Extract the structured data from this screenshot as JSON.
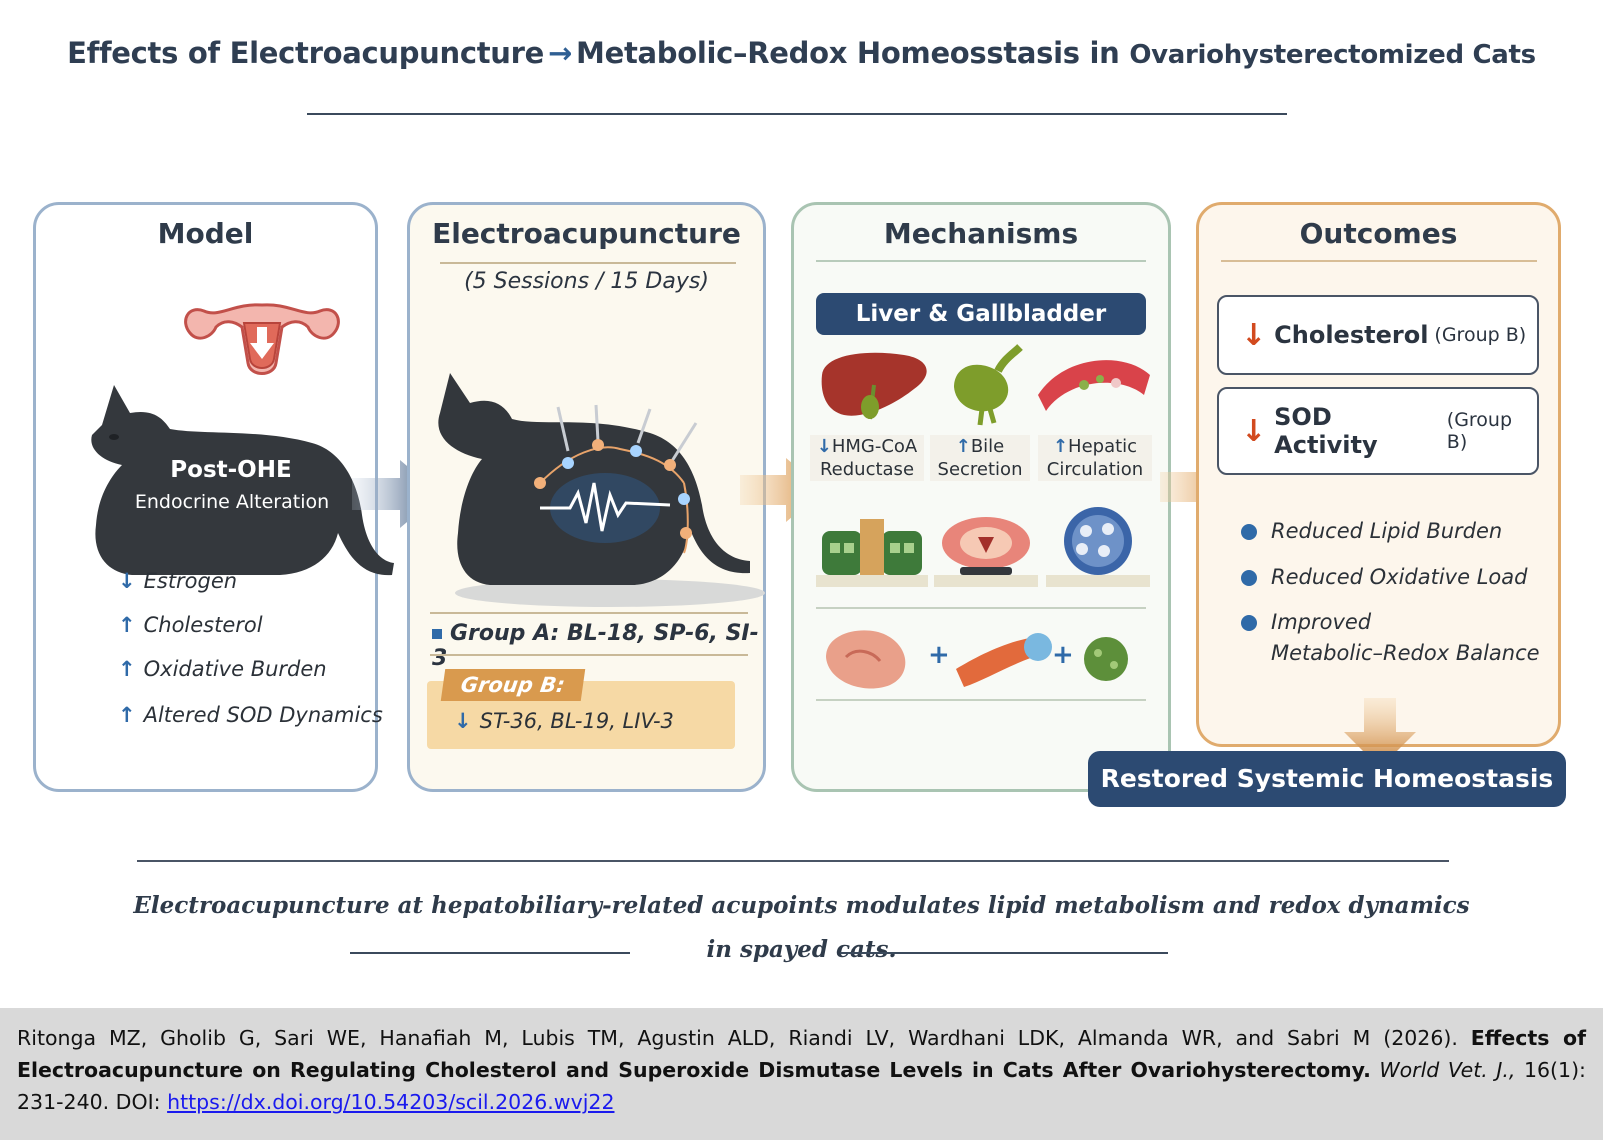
{
  "title": {
    "part1": "Effects of Electroacupuncture",
    "arrow": "→",
    "part2": "Metabolic–Redox Homeosstasis in",
    "part3": "Ovariohysterectomized Cats"
  },
  "model": {
    "heading": "Model",
    "cat_label_main": "Post-OHE",
    "cat_label_sub": "Endocrine Alteration",
    "items": [
      {
        "dir": "down",
        "text": "Estrogen"
      },
      {
        "dir": "up",
        "text": "Cholesterol"
      },
      {
        "dir": "up",
        "text": "Oxidative Burden"
      },
      {
        "dir": "up",
        "text": "Altered SOD Dynamics"
      }
    ]
  },
  "electroacupuncture": {
    "heading": "Electroacupuncture",
    "subheading": "(5 Sessions / 15 Days)",
    "group_a": "Group A: BL-18, SP-6, SI-3",
    "group_b_label": "Group B:",
    "group_b_points": "ST-36, BL-19, LIV-3"
  },
  "mechanisms": {
    "heading": "Mechanisms",
    "bar": "Liver & Gallbladder",
    "labels": [
      {
        "line1": "HMG-CoA",
        "line2": "Reductase"
      },
      {
        "line1": "Bile",
        "line2": "Secretion"
      },
      {
        "line1": "Hepatic",
        "line2": "Circulation"
      }
    ]
  },
  "outcomes": {
    "heading": "Outcomes",
    "box1_main": "Cholesterol",
    "box1_note": "(Group B)",
    "box2_main": "SOD Activity",
    "box2_note": "(Group B)",
    "bullets": [
      "Reduced Lipid Burden",
      "Reduced Oxidative Load",
      "Improved",
      "Metabolic–Redox Balance"
    ],
    "banner": "Restored Systemic Homeostasis"
  },
  "caption": {
    "line1": "Electroacupuncture at hepatobiliary-related acupoints modulates lipid metabolism and redox dynamics",
    "line2": "in spayed cats."
  },
  "citation": {
    "authors": "Ritonga MZ, Gholib G, Sari WE, Hanafiah M, Lubis TM, Agustin ALD, Riandi LV, Wardhani LDK, Almanda WR, and Sabri M (2026).",
    "article_title": "Effects of Electroacupuncture on Regulating Cholesterol and Superoxide Dismutase Levels in Cats After Ovariohysterectomy.",
    "journal": "World Vet. J.,",
    "volume": "16(1): 231-240. DOI:",
    "doi_url": "https://dx.doi.org/10.54203/scil.2026.wvj22"
  },
  "colors": {
    "navy": "#2c4a72",
    "arrow_blue": "#2f6aa8",
    "arrow_red": "#d24a1f",
    "orange": "#d99a4e",
    "cat": "#34383d"
  }
}
